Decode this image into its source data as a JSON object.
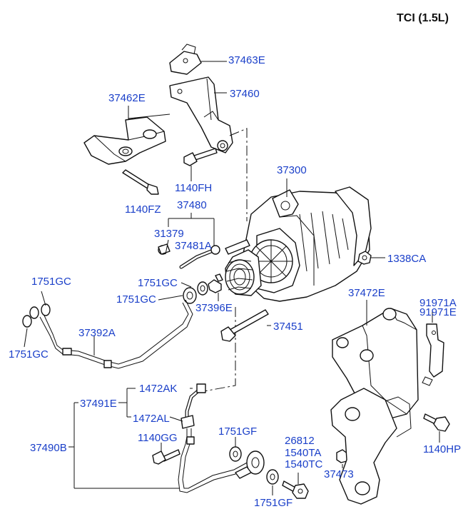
{
  "title": "TCI (1.5L)",
  "colors": {
    "label": "#1a3fc9",
    "line": "#111111",
    "background": "#ffffff"
  },
  "labels": {
    "p37463E": "37463E",
    "p37460": "37460",
    "p37462E": "37462E",
    "p37300": "37300",
    "p1140FH": "1140FH",
    "p1140FZ": "1140FZ",
    "p37480": "37480",
    "p31379": "31379",
    "p37481A": "37481A",
    "p1338CA": "1338CA",
    "p1751GC_a": "1751GC",
    "p1751GC_b": "1751GC",
    "p1751GC_c": "1751GC",
    "p1751GC_d": "1751GC",
    "p37472E": "37472E",
    "p91971A": "91971A",
    "p91971E": "91971E",
    "p37396E": "37396E",
    "p37451": "37451",
    "p37392A": "37392A",
    "p1472AK": "1472AK",
    "p37491E": "37491E",
    "p1472AL": "1472AL",
    "p37490B": "37490B",
    "p1751GF_a": "1751GF",
    "p1751GF_b": "1751GF",
    "p1140GG": "1140GG",
    "p26812": "26812",
    "p1540TA": "1540TA",
    "p1540TC": "1540TC",
    "p37473": "37473",
    "p1140HP": "1140HP"
  }
}
